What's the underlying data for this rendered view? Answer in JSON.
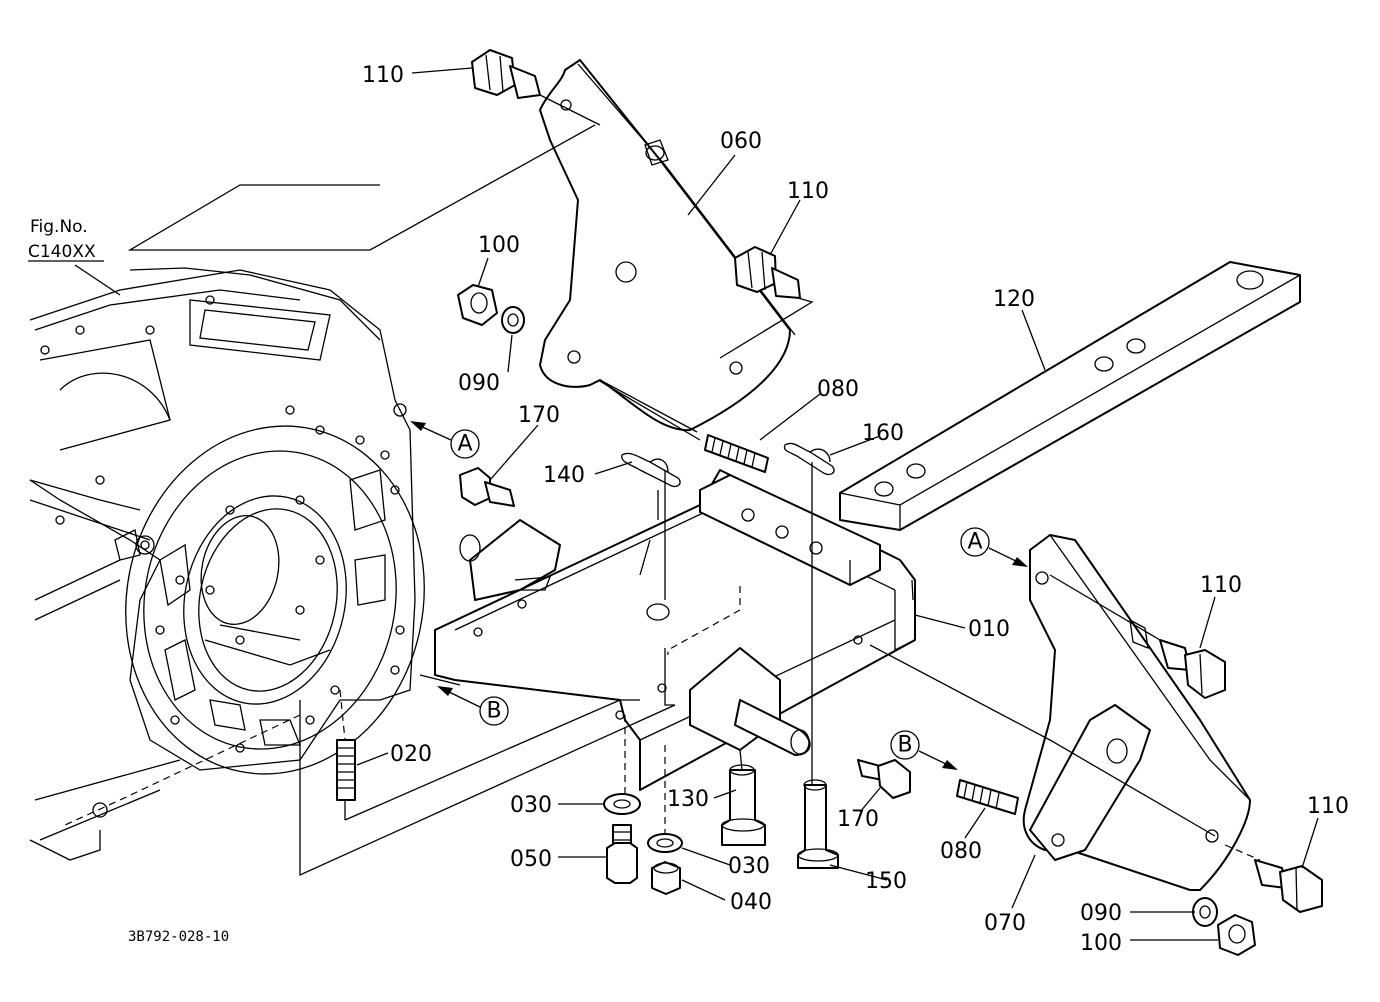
{
  "figure_reference": {
    "line1": "Fig.No.",
    "line2": "C140XX"
  },
  "drawing_code": "3B792-028-10",
  "view_markers": {
    "a": "A",
    "b": "B"
  },
  "parts": {
    "p010": "010",
    "p020": "020",
    "p030a": "030",
    "p030b": "030",
    "p040": "040",
    "p050": "050",
    "p060": "060",
    "p070": "070",
    "p080a": "080",
    "p080b": "080",
    "p090a": "090",
    "p090b": "090",
    "p100a": "100",
    "p100b": "100",
    "p110a": "110",
    "p110b": "110",
    "p110c": "110",
    "p110d": "110",
    "p120": "120",
    "p130": "130",
    "p140": "140",
    "p150": "150",
    "p160": "160",
    "p170a": "170",
    "p170b": "170"
  }
}
